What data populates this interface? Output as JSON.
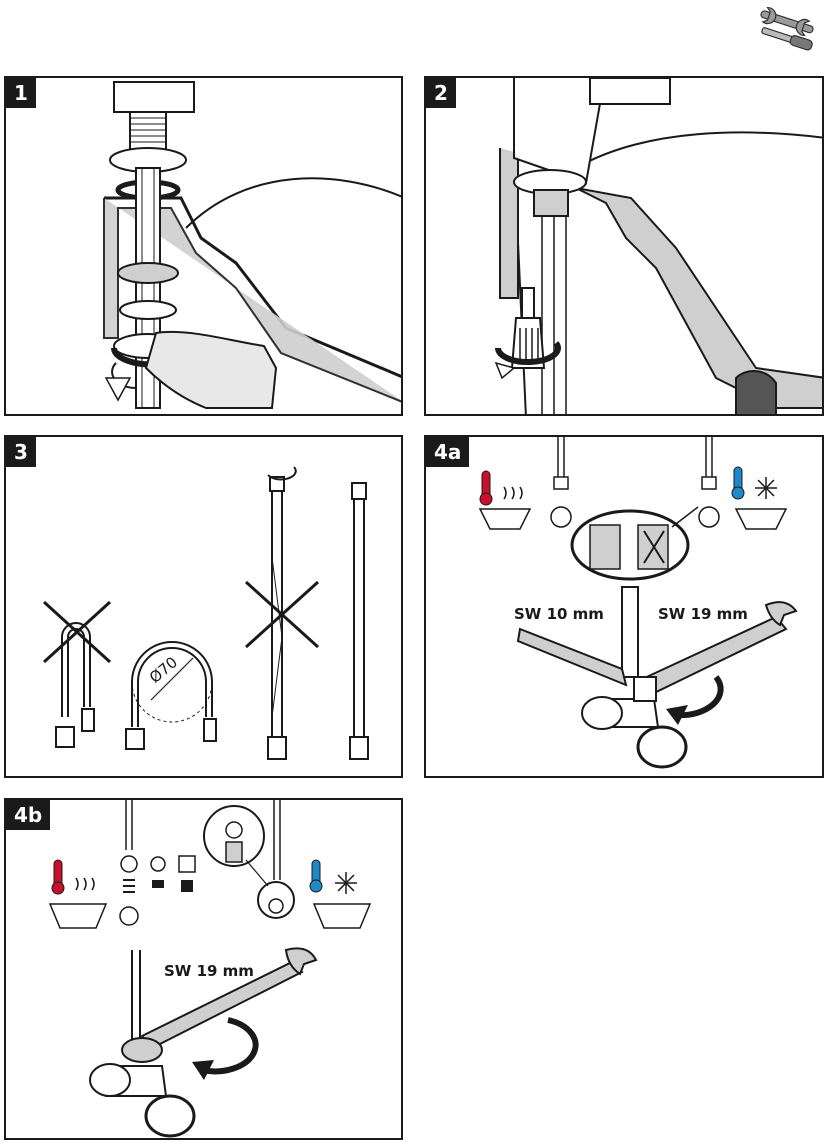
{
  "panels": [
    {
      "id": "1",
      "badge": "1"
    },
    {
      "id": "2",
      "badge": "2"
    },
    {
      "id": "3",
      "badge": "3",
      "diameter_label": "Ø70"
    },
    {
      "id": "4a",
      "badge": "4a",
      "wrench_left": "SW 10 mm",
      "wrench_right": "SW 19 mm"
    },
    {
      "id": "4b",
      "badge": "4b",
      "wrench": "SW 19 mm"
    }
  ],
  "icons": {
    "header": "tools-icon",
    "hot": "hot-water-thermometer-icon",
    "cold": "cold-water-snowflake-icon",
    "rotate": "rotate-arrow-icon",
    "forbidden": "cross-out-icon"
  },
  "colors": {
    "ink": "#1a1a1a",
    "metal_gray": "#cfcfcf",
    "hot_red": "#c8102e",
    "cold_blue": "#1e88c8"
  }
}
